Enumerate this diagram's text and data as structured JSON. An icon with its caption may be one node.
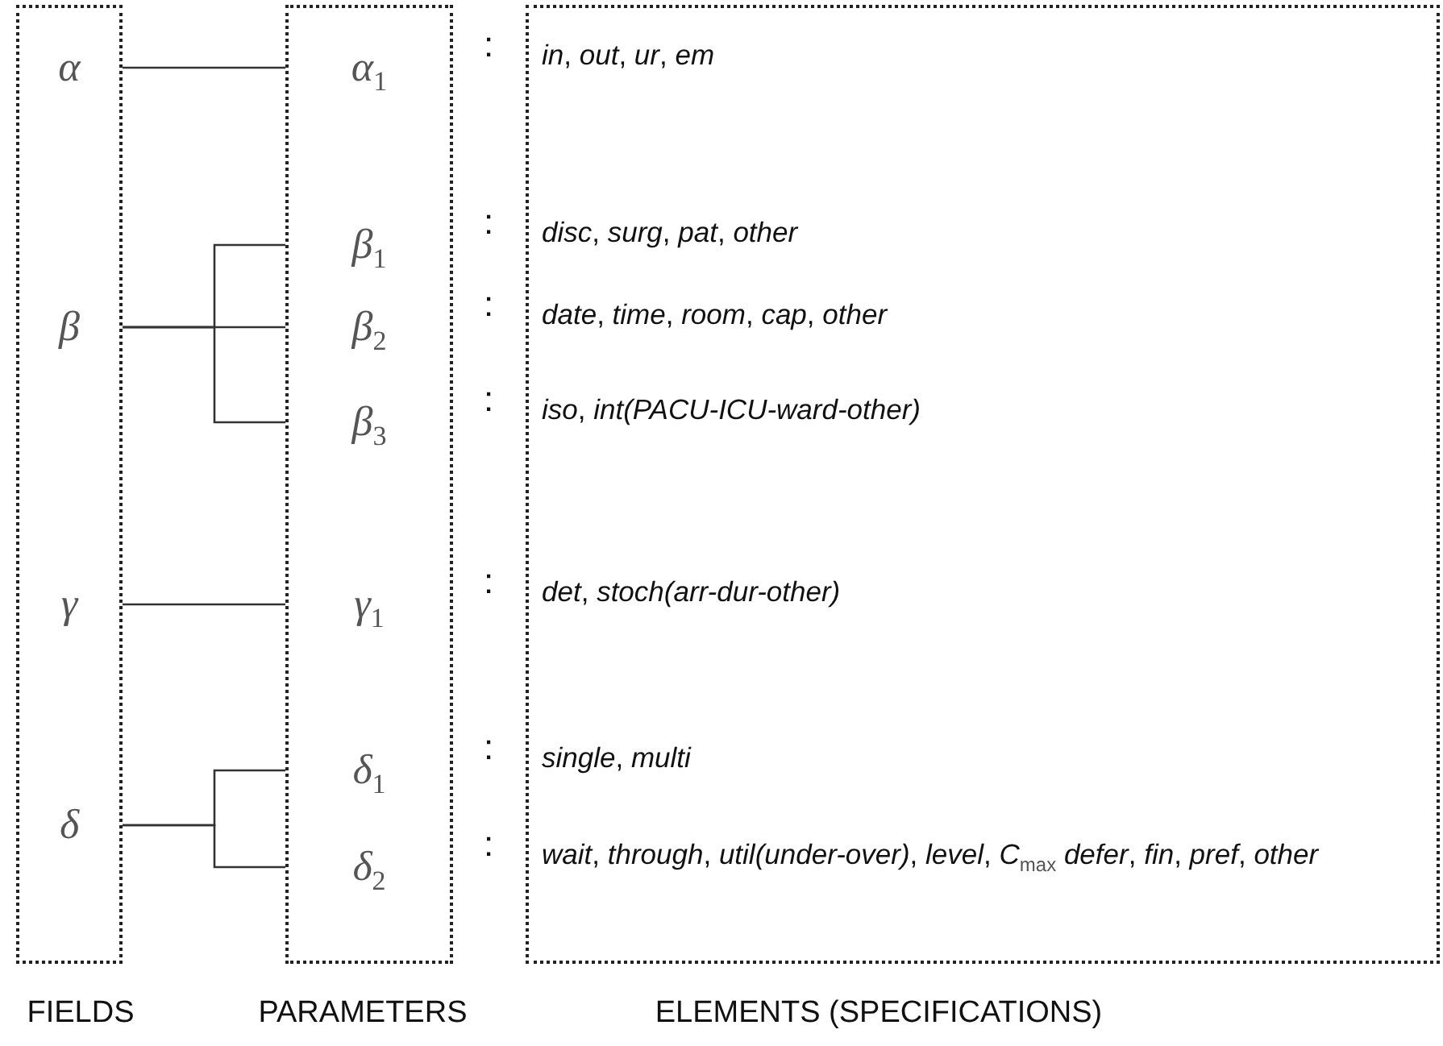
{
  "diagram": {
    "nodes": [
      {
        "text": [
          "FIELDS"
        ]
      },
      {
        "text": [
          "PARAMETERS"
        ]
      },
      {
        "text": [
          "*in*, *out*, *ur*, *em*",
          "*disc*, *surg*, *pat*, *other*",
          "*date*, *time*, *room*, *cap*, *other*",
          "*iso*, *int(PACU-ICU-ward-other)*",
          "*det*, *stoch(arr-dur-other)*",
          "*single*, *multi*",
          "*wait*, *through*, *util(under-over)*, *level*, *C*$_{max}$ *defer*, *fin*, *pref*, *other*",
          "ELEMENTS (SPECIFICATIONS)"
        ]
      },
      {
        "text": [
          "α"
        ],
        "in": 0
      },
      {
        "text": [
          "β"
        ],
        "in": 0
      },
      {
        "text": [
          "γ"
        ],
        "in": 0
      },
      {
        "text": [
          "δ"
        ],
        "in": 0
      },
      {
        "text": [
          "α$_{1}$"
        ],
        "in": 1
      },
      {
        "text": [
          "β$_{1}$"
        ],
        "in": 1
      },
      {
        "text": [
          "β$_{2}$"
        ],
        "in": 1
      },
      {
        "text": [
          "β$_{3}$"
        ],
        "in": 1
      },
      {
        "text": [
          "γ$_{1}$"
        ],
        "in": 1
      },
      {
        "text": [
          "δ$_{1}$"
        ],
        "in": 1
      },
      {
        "text": [
          "δ$_{2}$"
        ],
        "in": 1
      }
    ],
    "edges": [
      {
        "from": 3,
        "to": 7,
        "arrow": "none"
      },
      {
        "from": 4,
        "to": 8,
        "arrow": "none"
      },
      {
        "from": 4,
        "to": 9,
        "arrow": "none"
      },
      {
        "from": 4,
        "to": 10,
        "arrow": "none"
      },
      {
        "from": 5,
        "to": 11,
        "arrow": "none"
      },
      {
        "from": 6,
        "to": 12,
        "arrow": "none"
      },
      {
        "from": 6,
        "to": 13,
        "arrow": "none"
      }
    ],
    "labels": [
      ":",
      ":",
      ":",
      ":",
      ":",
      ":",
      ":"
    ]
  }
}
